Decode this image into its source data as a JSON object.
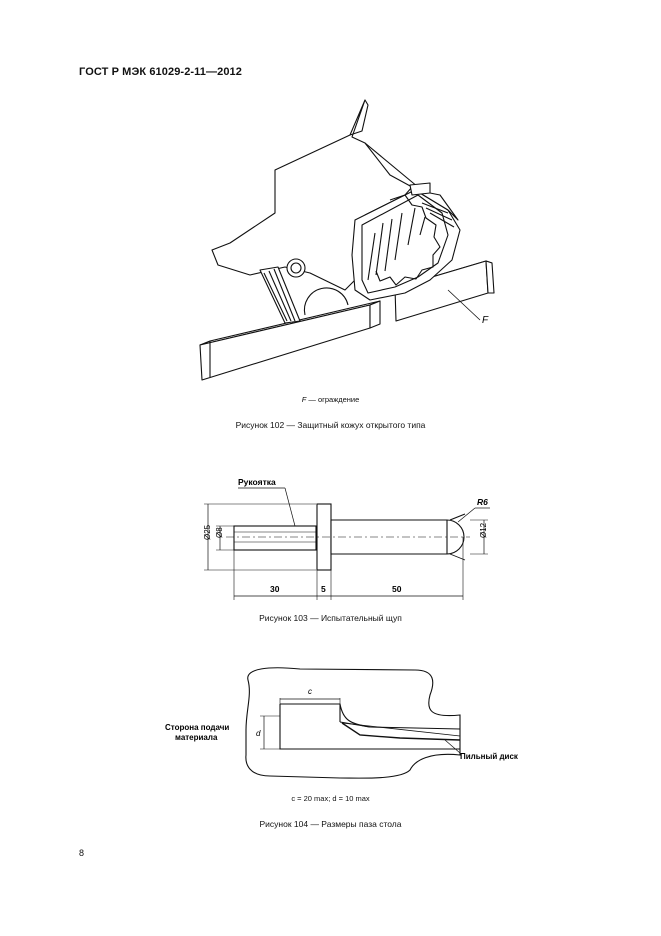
{
  "header": {
    "standard_code": "ГОСТ Р МЭК 61029-2-11—2012"
  },
  "figure102": {
    "label_F": "F",
    "legend_symbol": "F",
    "legend_text": " — ограждение",
    "caption": "Рисунок 102 — Защитный кожух открытого типа"
  },
  "figure103": {
    "handle_label": "Рукоятка",
    "radius_label": "R6",
    "dim_dia25": "Ø25",
    "dim_dia8": "Ø8",
    "dim_dia12": "Ø12",
    "dim_30": "30",
    "dim_5": "5",
    "dim_50": "50",
    "caption": "Рисунок 103 — Испытательный щуп"
  },
  "figure104": {
    "dim_c": "c",
    "dim_d": "d",
    "feed_label_line1": "Сторона подачи",
    "feed_label_line2": "материала",
    "saw_label": "Пильный диск",
    "legend": "c = 20 max; d = 10 max",
    "caption": "Рисунок 104 — Размеры паза стола"
  },
  "footer": {
    "page_number": "8"
  }
}
